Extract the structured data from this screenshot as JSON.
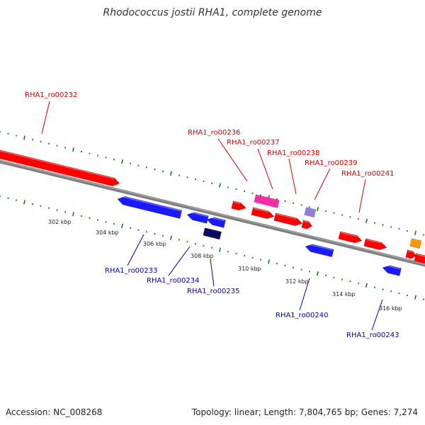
{
  "title": "Rhodococcus jostii RHA1, complete genome",
  "footer": {
    "accession": "Accession: NC_008268",
    "topology": "Topology: linear; Length: 7,804,765 bp; Genes: 7,274"
  },
  "colors": {
    "background": "#ffffff",
    "backbone": "#7f7f7f",
    "tick": "#1a7a1a",
    "forward_label": "#cc0000",
    "reverse_label": "#0000aa"
  },
  "kbp_labels": [
    "302 kbp",
    "304 kbp",
    "306 kbp",
    "308 kbp",
    "310 kbp",
    "312 kbp",
    "314 kbp",
    "316 kbp"
  ],
  "genes_forward": [
    {
      "id": "RHA1_ro00232",
      "color": "#ff0000"
    },
    {
      "id": "RHA1_ro00236",
      "color": "#ff0000"
    },
    {
      "id": "RHA1_ro00237",
      "color": "#ff2aa8"
    },
    {
      "id": "RHA1_ro00238",
      "color": "#ff0000"
    },
    {
      "id": "RHA1_ro00239",
      "color": "#8f7fe0"
    },
    {
      "id": "RHA1_ro00241",
      "color": "#ff0000"
    }
  ],
  "genes_reverse": [
    {
      "id": "RHA1_ro00233",
      "color": "#1a1aff"
    },
    {
      "id": "RHA1_ro00234",
      "color": "#1a1aff"
    },
    {
      "id": "RHA1_ro00235",
      "color": "#0a0a66"
    },
    {
      "id": "RHA1_ro00240",
      "color": "#1a1aff"
    },
    {
      "id": "RHA1_ro00243",
      "color": "#1a1aff"
    }
  ],
  "unlabeled_features": [
    {
      "name": "forward-gene",
      "color": "#ff0000"
    },
    {
      "name": "forward-gene",
      "color": "#ff0000"
    },
    {
      "name": "forward-gene",
      "color": "#ff0000"
    },
    {
      "name": "forward-gene",
      "color": "#ff0000"
    },
    {
      "name": "orange-feature",
      "color": "#ff9900"
    },
    {
      "name": "reverse-gene",
      "color": "#1a1aff"
    }
  ]
}
